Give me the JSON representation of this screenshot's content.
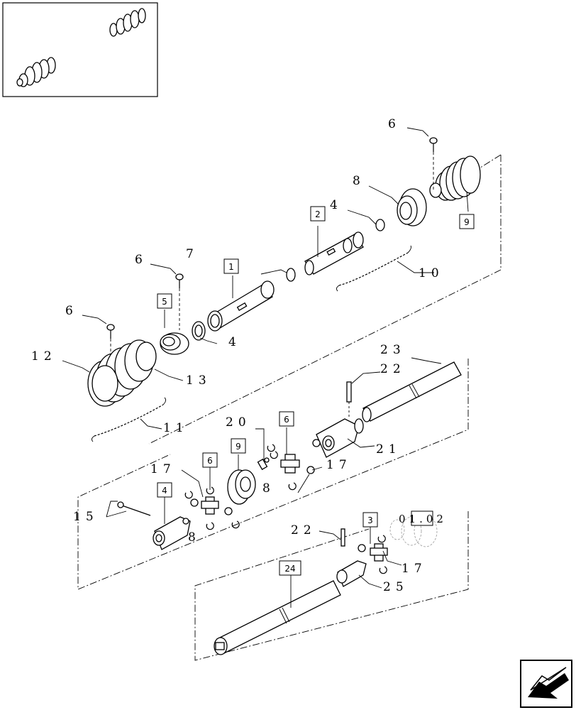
{
  "part_numbers": {
    "p6_top": "6",
    "p8": "8",
    "p4_upper": "4",
    "p10": "10",
    "p6_mid": "6",
    "p7": "7",
    "p6_left": "6",
    "p4_lower": "4",
    "p12": "12",
    "p13": "13",
    "p11": "11",
    "p23": "23",
    "p22_upper": "22",
    "p20": "20",
    "p21": "21",
    "p17_right": "17",
    "p17_left": "17",
    "p8_mid": "8",
    "p18": "8",
    "p15": "15",
    "p22_lower": "22",
    "p17_lower": "17",
    "p25": "25",
    "ref": "01.02"
  },
  "boxed_labels": {
    "b9_top": "9",
    "b2": "2",
    "b1": "1",
    "b5": "5",
    "b6_right": "6",
    "b9_mid": "9",
    "b6_left": "6",
    "b4": "4",
    "b3": "3",
    "b24": "24"
  },
  "icons": {
    "thumbnail": "driveshaft-thumbnail",
    "navigation": "return-arrow-icon"
  }
}
